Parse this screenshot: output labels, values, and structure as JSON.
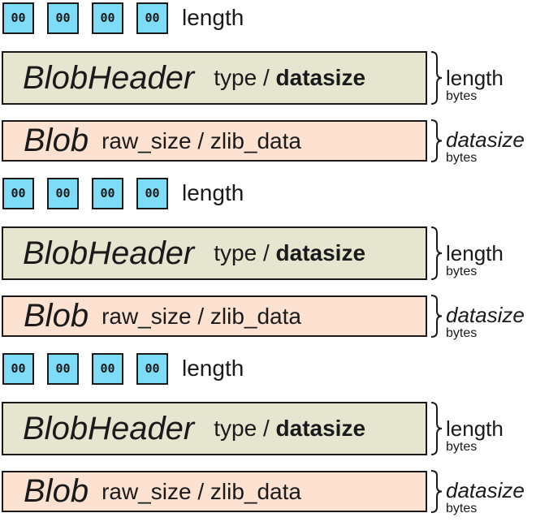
{
  "groups": [
    {
      "length_bytes": [
        "00",
        "00",
        "00",
        "00"
      ],
      "length_label": "length",
      "header": {
        "name": "BlobHeader",
        "field_a": "type",
        "sep": " / ",
        "field_b": "datasize",
        "size_label": "length",
        "size_unit": "bytes"
      },
      "blob": {
        "name": "Blob",
        "field_a": "raw_size",
        "sep": " / ",
        "field_b": "zlib_data",
        "size_label": "datasize",
        "size_unit": "bytes"
      }
    },
    {
      "length_bytes": [
        "00",
        "00",
        "00",
        "00"
      ],
      "length_label": "length",
      "header": {
        "name": "BlobHeader",
        "field_a": "type",
        "sep": " / ",
        "field_b": "datasize",
        "size_label": "length",
        "size_unit": "bytes"
      },
      "blob": {
        "name": "Blob",
        "field_a": "raw_size",
        "sep": " / ",
        "field_b": "zlib_data",
        "size_label": "datasize",
        "size_unit": "bytes"
      }
    },
    {
      "length_bytes": [
        "00",
        "00",
        "00",
        "00"
      ],
      "length_label": "length",
      "header": {
        "name": "BlobHeader",
        "field_a": "type",
        "sep": " / ",
        "field_b": "datasize",
        "size_label": "length",
        "size_unit": "bytes"
      },
      "blob": {
        "name": "Blob",
        "field_a": "raw_size",
        "sep": " / ",
        "field_b": "zlib_data",
        "size_label": "datasize",
        "size_unit": "bytes"
      }
    }
  ],
  "colors": {
    "byte_fill": "#7fdcf6",
    "header_fill": "#e6e5cf",
    "blob_fill": "#fde2d2",
    "ink": "#1a1a1a"
  }
}
